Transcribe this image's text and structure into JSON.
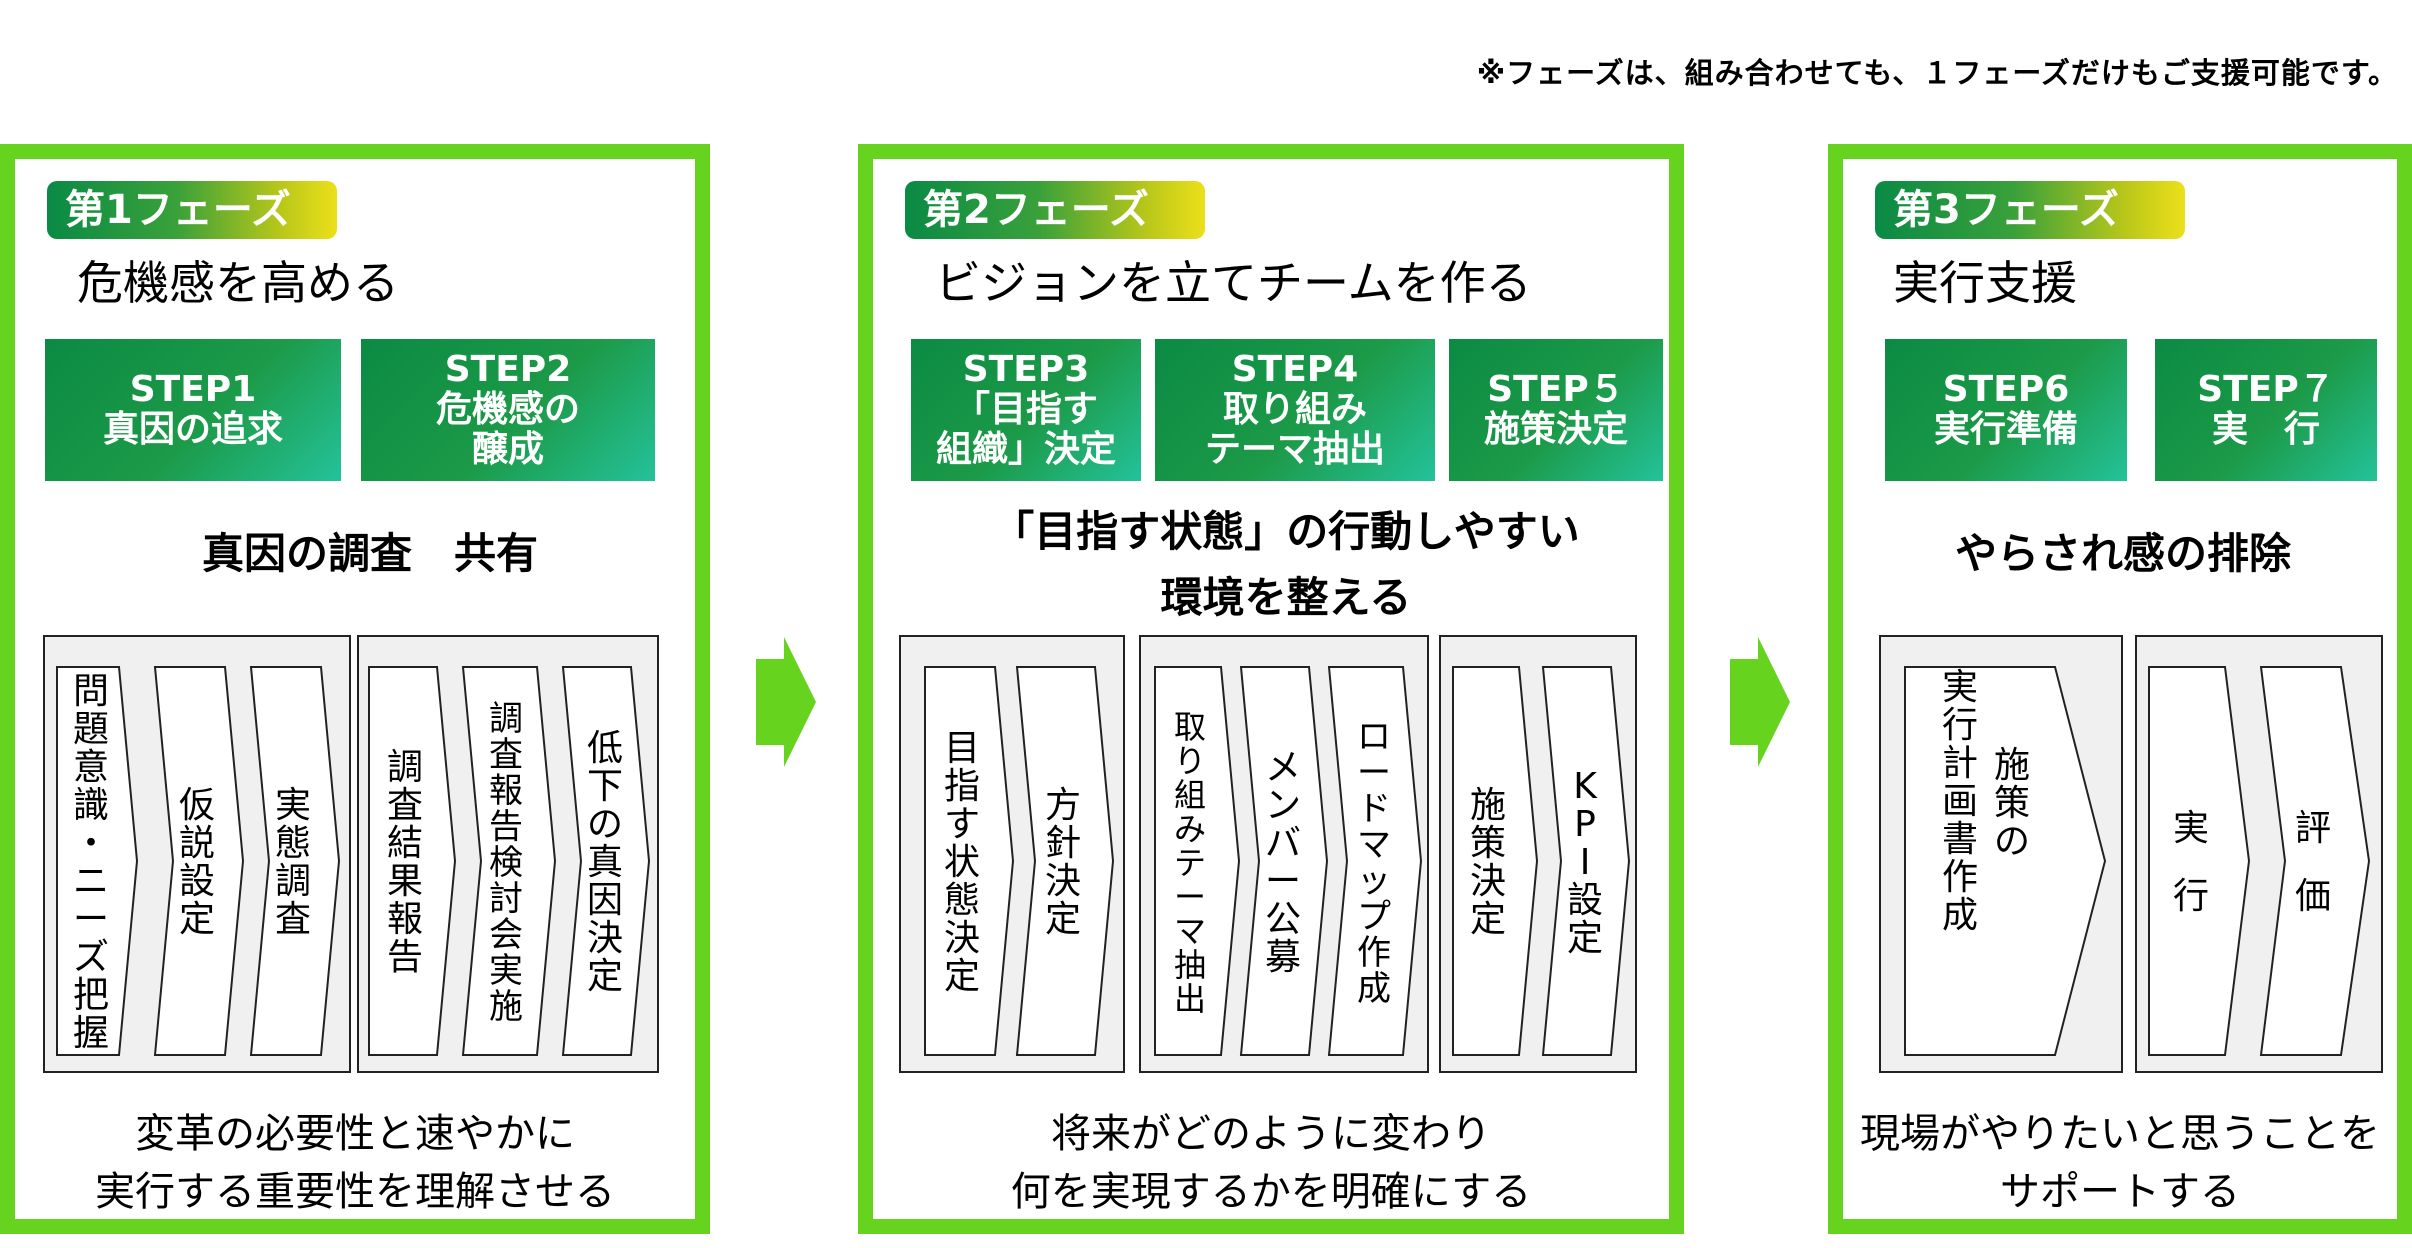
{
  "note": "※フェーズは、組み合わせても、１フェーズだけもご支援可能です。",
  "colors": {
    "frame": "#66d41e",
    "step_green": "#0b8a44",
    "step_teal": "#24c29a",
    "arrow": "#66d41e",
    "group_bg": "#f0f0f0"
  },
  "phases": [
    {
      "label": "第1フェーズ",
      "title": "危機感を高める",
      "steps": [
        "STEP1\n真因の追求",
        "STEP2\n危機感の\n醸成"
      ],
      "heading": "真因の調査　共有",
      "items": [
        "問題意識・ニーズ把握",
        "仮説設定",
        "実態調査",
        "調査結果報告",
        "調査報告検討会実施",
        "低下の真因決定"
      ],
      "bottom": "変革の必要性と速やかに\n実行する重要性を理解させる"
    },
    {
      "label": "第2フェーズ",
      "title": "ビジョンを立てチームを作る",
      "steps": [
        "STEP3\n「目指す\n組織」決定",
        "STEP4\n取り組み\nテーマ抽出",
        "STEP５\n施策決定"
      ],
      "heading": "「目指す状態」の行動しやすい\n環境を整える",
      "items": [
        "目指す状態決定",
        "方針決定",
        "取り組みテーマ抽出",
        "メンバー公募",
        "ロードマップ作成",
        "施策決定",
        "KPI設定"
      ],
      "bottom": "将来がどのように変わり\n何を実現するかを明確にする"
    },
    {
      "label": "第3フェーズ",
      "title": "実行支援",
      "steps": [
        "STEP6\n実行準備",
        "STEP７\n実　行"
      ],
      "heading": "やらされ感の排除",
      "items": [
        "実行計画書作成",
        "施策の",
        "実行",
        "評価"
      ],
      "bottom": "現場がやりたいと思うことを\nサポートする"
    }
  ]
}
